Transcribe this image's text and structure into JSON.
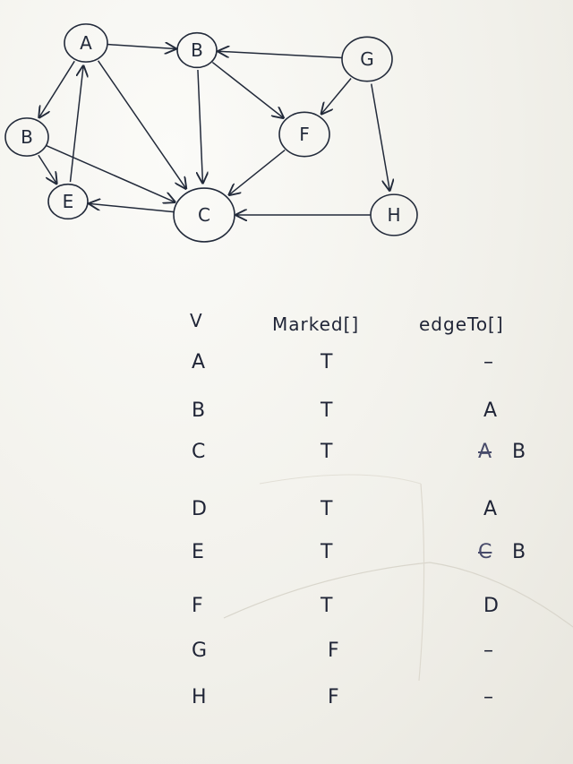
{
  "graph": {
    "nodes": [
      {
        "id": "A",
        "label": "A"
      },
      {
        "id": "B1",
        "label": "B"
      },
      {
        "id": "G",
        "label": "G"
      },
      {
        "id": "B2",
        "label": "B"
      },
      {
        "id": "F",
        "label": "F"
      },
      {
        "id": "E",
        "label": "E"
      },
      {
        "id": "C",
        "label": "C"
      },
      {
        "id": "H",
        "label": "H"
      }
    ],
    "edges": [
      {
        "from": "A",
        "to": "B1"
      },
      {
        "from": "A",
        "to": "B2"
      },
      {
        "from": "A",
        "to": "C"
      },
      {
        "from": "G",
        "to": "B1"
      },
      {
        "from": "G",
        "to": "F"
      },
      {
        "from": "G",
        "to": "H"
      },
      {
        "from": "B1",
        "to": "C"
      },
      {
        "from": "B1",
        "to": "F"
      },
      {
        "from": "B2",
        "to": "C"
      },
      {
        "from": "B2",
        "to": "E"
      },
      {
        "from": "E",
        "to": "A"
      },
      {
        "from": "F",
        "to": "C"
      },
      {
        "from": "C",
        "to": "E"
      },
      {
        "from": "H",
        "to": "C"
      }
    ]
  },
  "table": {
    "headers": {
      "v": "V",
      "marked": "Marked[]",
      "edgeTo": "edgeTo[]"
    },
    "rows": [
      {
        "v": "A",
        "marked": "T",
        "edgeTo": "–"
      },
      {
        "v": "B",
        "marked": "T",
        "edgeTo": "A"
      },
      {
        "v": "C",
        "marked": "T",
        "edgeTo_struck": "A",
        "edgeTo": "B"
      },
      {
        "v": "D",
        "marked": "T",
        "edgeTo": "A"
      },
      {
        "v": "E",
        "marked": "T",
        "edgeTo_struck": "C",
        "edgeTo": "B"
      },
      {
        "v": "F",
        "marked": "T",
        "edgeTo": "D"
      },
      {
        "v": "G",
        "marked": "F",
        "edgeTo": "–"
      },
      {
        "v": "H",
        "marked": "F",
        "edgeTo": "–"
      }
    ]
  }
}
